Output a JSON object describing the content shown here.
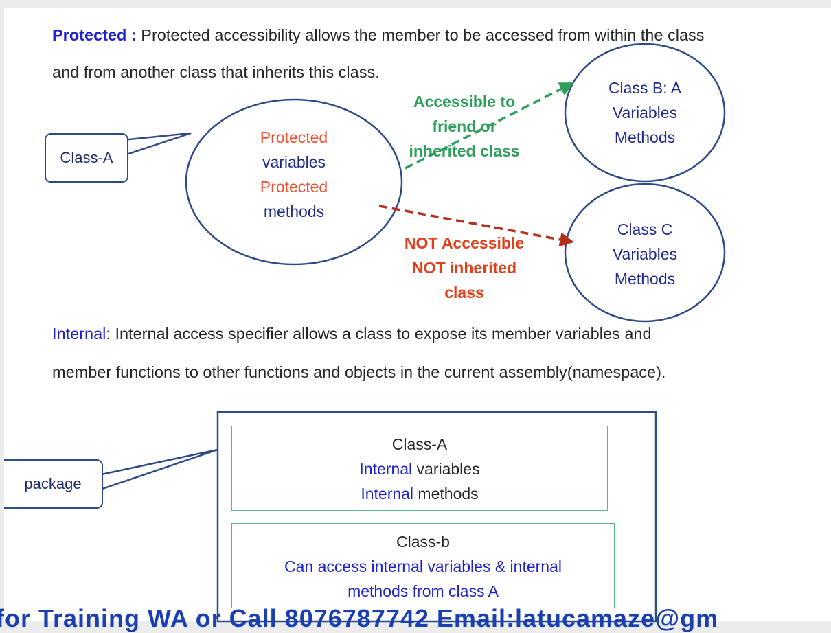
{
  "protected": {
    "keyword": "Protected :",
    "line1": " Protected accessibility allows the member to be accessed from within the class",
    "line2": "and from another class that inherits this class."
  },
  "class_a_callout": "Class-A",
  "main_circle": {
    "line1": "Protected",
    "line2": "variables",
    "line3": "Protected",
    "line4": "methods"
  },
  "class_b": {
    "line1": "Class B: A",
    "line2": "Variables",
    "line3": "Methods"
  },
  "class_c": {
    "line1": "Class C",
    "line2": "Variables",
    "line3": "Methods"
  },
  "accessible_label": {
    "line1": "Accessible to",
    "line2": "friend or",
    "line3": "inherited class"
  },
  "not_accessible_label": {
    "line1": "NOT Accessible",
    "line2": "NOT inherited",
    "line3": "class"
  },
  "internal": {
    "keyword": "Internal",
    "line1": ": Internal access specifier allows a class to expose its member variables and",
    "line2": "member functions to other functions and objects in the current assembly(namespace)."
  },
  "package_callout": "package",
  "class_a_box": {
    "title": "Class-A",
    "line2_kw": "Internal",
    "line2_rest": " variables",
    "line3_kw": "Internal",
    "line3_rest": " methods"
  },
  "class_b_box": {
    "title": "Class-b",
    "line2": "Can access internal variables & internal",
    "line3": "methods from class A"
  },
  "footer": "for Training WA or Call 8076787742  Email:latucamaze@gm",
  "colors": {
    "keyword_blue": "#1e22cc",
    "protected_red": "#f24d2e",
    "accessible_green": "#2e9e5b",
    "not_accessible_red": "#e0401a",
    "arrow_red": "#b5301a",
    "outline_navy": "#2e4a87"
  }
}
